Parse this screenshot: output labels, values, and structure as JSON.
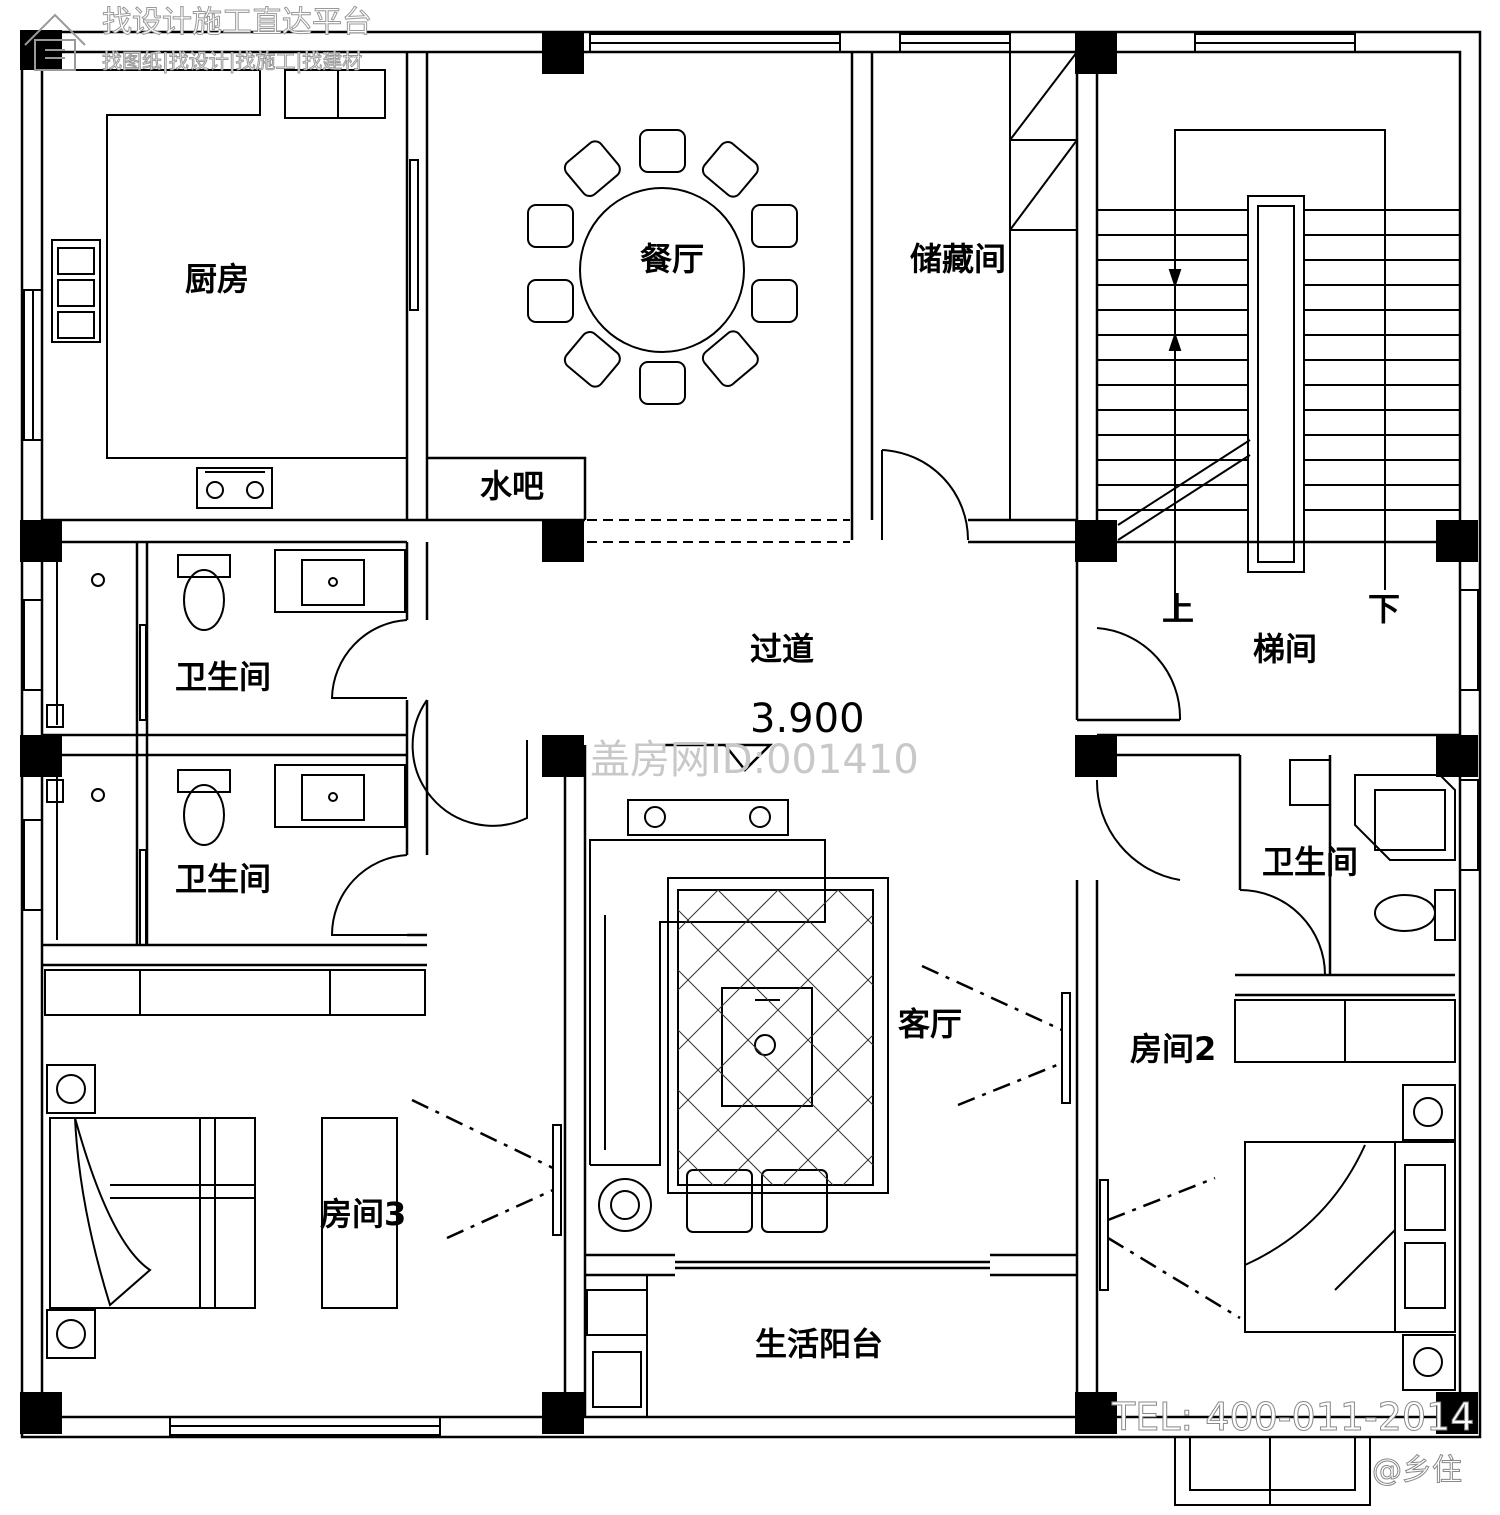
{
  "watermark": {
    "brand_line": "找设计施工直达平台",
    "brand_links": "找图纸|找设计|找施工|找建材",
    "site_id": "盖房网ID:001410",
    "tel": "TEL: 400-011-2014",
    "handle": "@乡住"
  },
  "plan": {
    "elevation": "3.900",
    "rooms": {
      "kitchen": "厨房",
      "dining": "餐厅",
      "storage": "储藏间",
      "bar": "水吧",
      "corridor": "过道",
      "stair_hall": "梯间",
      "up": "上",
      "down": "下",
      "bath_1": "卫生间",
      "bath_2": "卫生间",
      "bath_3": "卫生间",
      "living": "客厅",
      "bedroom_2": "房间2",
      "bedroom_3": "房间3",
      "balcony": "生活阳台"
    }
  }
}
